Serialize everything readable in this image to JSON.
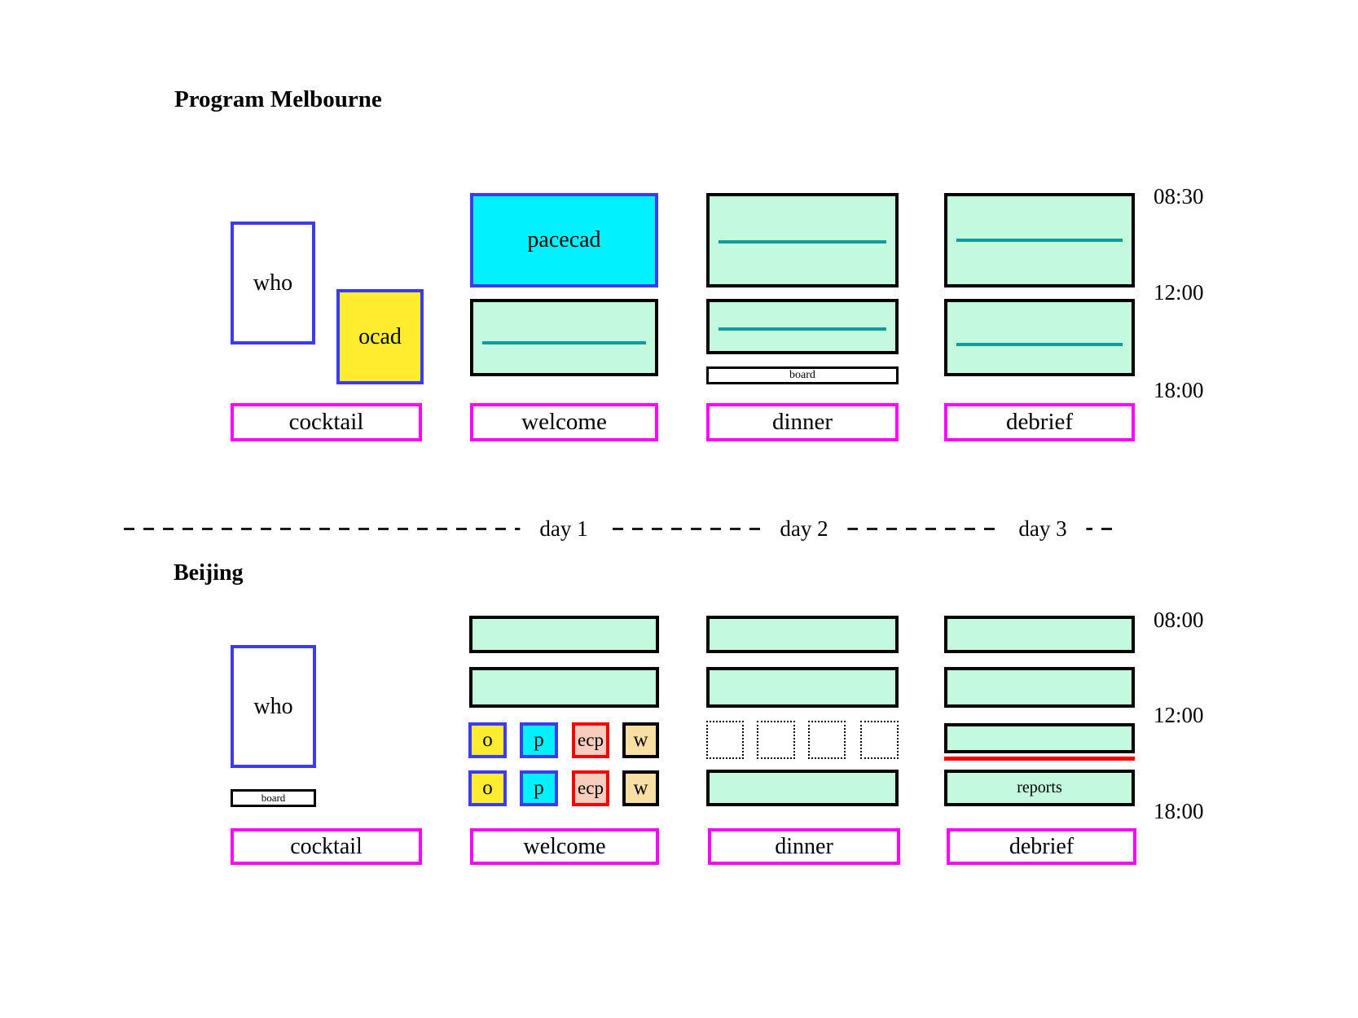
{
  "colors": {
    "mint": "#C3F9DD",
    "teal": "#12999C",
    "cyan": "#00F2FF",
    "yellow": "#FFEC2E",
    "blue": "#3C3CEE",
    "magenta": "#FF00FF",
    "red": "#F60000",
    "salmon": "#F9CDBE",
    "wheat": "#F7DFA3"
  },
  "melbourne": {
    "title": "Program Melbourne",
    "who_label": "who",
    "ocad_label": "ocad",
    "pacecad_label": "pacecad",
    "board_label": "board",
    "times": [
      "08:30",
      "12:00",
      "18:00"
    ],
    "event_labels": [
      "cocktail",
      "welcome",
      "dinner",
      "debrief"
    ]
  },
  "day_axis": {
    "day1": "day 1",
    "day2": "day 2",
    "day3": "day 3"
  },
  "beijing": {
    "title": "Beijing",
    "who_label": "who",
    "board_label": "board",
    "reports_label": "reports",
    "workshop_labels": {
      "o": "o",
      "p": "p",
      "ecp": "ecp",
      "w": "w"
    },
    "times": [
      "08:00",
      "12:00",
      "18:00"
    ],
    "event_labels": [
      "cocktail",
      "welcome",
      "dinner",
      "debrief"
    ]
  }
}
